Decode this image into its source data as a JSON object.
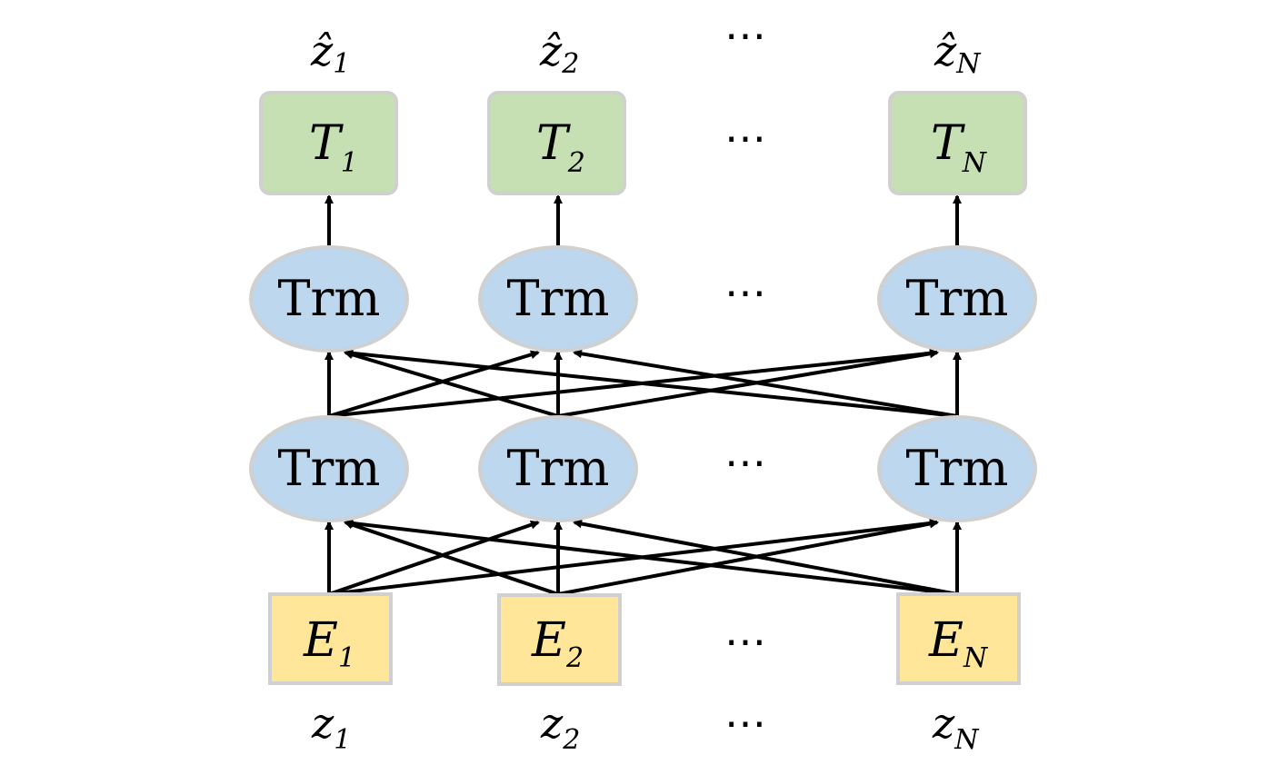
{
  "colors": {
    "output_box_fill": "#c6e0b4",
    "transformer_fill": "#bdd7ee",
    "embedding_box_fill": "#ffe699",
    "node_border": "#d0d0d0",
    "edge": "#000000"
  },
  "ellipsis": "⋯",
  "outputs": [
    {
      "symbol": "ẑ",
      "subscript": "1",
      "hat": true
    },
    {
      "symbol": "ẑ",
      "subscript": "2",
      "hat": true
    },
    {
      "symbol": "ẑ",
      "subscript": "N",
      "hat": true
    }
  ],
  "output_boxes": [
    {
      "symbol": "T",
      "subscript": "1"
    },
    {
      "symbol": "T",
      "subscript": "2"
    },
    {
      "symbol": "T",
      "subscript": "N"
    }
  ],
  "transformer_layers": [
    {
      "labels": [
        "Trm",
        "Trm",
        "Trm"
      ]
    },
    {
      "labels": [
        "Trm",
        "Trm",
        "Trm"
      ]
    }
  ],
  "embedding_boxes": [
    {
      "symbol": "E",
      "subscript": "1"
    },
    {
      "symbol": "E",
      "subscript": "2"
    },
    {
      "symbol": "E",
      "subscript": "N"
    }
  ],
  "inputs": [
    {
      "symbol": "z",
      "subscript": "1"
    },
    {
      "symbol": "z",
      "subscript": "2"
    },
    {
      "symbol": "z",
      "subscript": "N"
    }
  ],
  "connectivity": "fully-connected"
}
